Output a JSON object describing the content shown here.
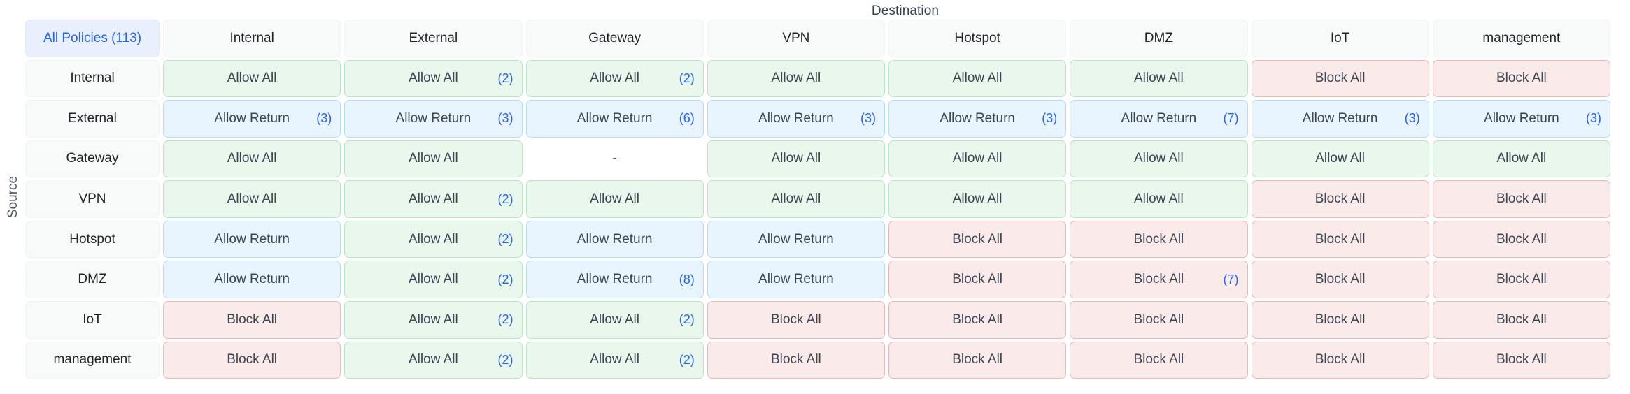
{
  "axis": {
    "destination_label": "Destination",
    "source_label": "Source"
  },
  "corner": {
    "label": "All Policies (113)",
    "total_policies": 113
  },
  "colors": {
    "allow_all_bg": "#e9f7ed",
    "allow_all_border": "#b9e4c6",
    "allow_return_bg": "#e9f5fe",
    "allow_return_border": "#b6dcf5",
    "block_all_bg": "#fbeaea",
    "block_all_border": "#eab6b6",
    "count_text": "#2563eb",
    "corner_bg": "#e8effd",
    "corner_text": "#2563eb",
    "header_bg": "#f8fafa"
  },
  "legend_values": [
    "Allow All",
    "Allow Return",
    "Block All",
    "-"
  ],
  "chart_data": {
    "type": "heatmap",
    "title": "",
    "xlabel": "Destination",
    "ylabel": "Source",
    "columns": [
      "Internal",
      "External",
      "Gateway",
      "VPN",
      "Hotspot",
      "DMZ",
      "IoT",
      "management"
    ],
    "rows": [
      "Internal",
      "External",
      "Gateway",
      "VPN",
      "Hotspot",
      "DMZ",
      "IoT",
      "management"
    ],
    "cells": [
      [
        {
          "value": "Allow All",
          "state": "allow-all",
          "count": null
        },
        {
          "value": "Allow All",
          "state": "allow-all",
          "count": "(2)"
        },
        {
          "value": "Allow All",
          "state": "allow-all",
          "count": "(2)"
        },
        {
          "value": "Allow All",
          "state": "allow-all",
          "count": null
        },
        {
          "value": "Allow All",
          "state": "allow-all",
          "count": null
        },
        {
          "value": "Allow All",
          "state": "allow-all",
          "count": null
        },
        {
          "value": "Block All",
          "state": "block-all",
          "count": null
        },
        {
          "value": "Block All",
          "state": "block-all",
          "count": null
        }
      ],
      [
        {
          "value": "Allow Return",
          "state": "allow-return",
          "count": "(3)"
        },
        {
          "value": "Allow Return",
          "state": "allow-return",
          "count": "(3)"
        },
        {
          "value": "Allow Return",
          "state": "allow-return",
          "count": "(6)"
        },
        {
          "value": "Allow Return",
          "state": "allow-return",
          "count": "(3)"
        },
        {
          "value": "Allow Return",
          "state": "allow-return",
          "count": "(3)"
        },
        {
          "value": "Allow Return",
          "state": "allow-return",
          "count": "(7)"
        },
        {
          "value": "Allow Return",
          "state": "allow-return",
          "count": "(3)"
        },
        {
          "value": "Allow Return",
          "state": "allow-return",
          "count": "(3)"
        }
      ],
      [
        {
          "value": "Allow All",
          "state": "allow-all",
          "count": null
        },
        {
          "value": "Allow All",
          "state": "allow-all",
          "count": null
        },
        {
          "value": "-",
          "state": "none",
          "count": null
        },
        {
          "value": "Allow All",
          "state": "allow-all",
          "count": null
        },
        {
          "value": "Allow All",
          "state": "allow-all",
          "count": null
        },
        {
          "value": "Allow All",
          "state": "allow-all",
          "count": null
        },
        {
          "value": "Allow All",
          "state": "allow-all",
          "count": null
        },
        {
          "value": "Allow All",
          "state": "allow-all",
          "count": null
        }
      ],
      [
        {
          "value": "Allow All",
          "state": "allow-all",
          "count": null
        },
        {
          "value": "Allow All",
          "state": "allow-all",
          "count": "(2)"
        },
        {
          "value": "Allow All",
          "state": "allow-all",
          "count": null
        },
        {
          "value": "Allow All",
          "state": "allow-all",
          "count": null
        },
        {
          "value": "Allow All",
          "state": "allow-all",
          "count": null
        },
        {
          "value": "Allow All",
          "state": "allow-all",
          "count": null
        },
        {
          "value": "Block All",
          "state": "block-all",
          "count": null
        },
        {
          "value": "Block All",
          "state": "block-all",
          "count": null
        }
      ],
      [
        {
          "value": "Allow Return",
          "state": "allow-return",
          "count": null
        },
        {
          "value": "Allow All",
          "state": "allow-all",
          "count": "(2)"
        },
        {
          "value": "Allow Return",
          "state": "allow-return",
          "count": null
        },
        {
          "value": "Allow Return",
          "state": "allow-return",
          "count": null
        },
        {
          "value": "Block All",
          "state": "block-all",
          "count": null
        },
        {
          "value": "Block All",
          "state": "block-all",
          "count": null
        },
        {
          "value": "Block All",
          "state": "block-all",
          "count": null
        },
        {
          "value": "Block All",
          "state": "block-all",
          "count": null
        }
      ],
      [
        {
          "value": "Allow Return",
          "state": "allow-return",
          "count": null
        },
        {
          "value": "Allow All",
          "state": "allow-all",
          "count": "(2)"
        },
        {
          "value": "Allow Return",
          "state": "allow-return",
          "count": "(8)"
        },
        {
          "value": "Allow Return",
          "state": "allow-return",
          "count": null
        },
        {
          "value": "Block All",
          "state": "block-all",
          "count": null
        },
        {
          "value": "Block All",
          "state": "block-all",
          "count": "(7)"
        },
        {
          "value": "Block All",
          "state": "block-all",
          "count": null
        },
        {
          "value": "Block All",
          "state": "block-all",
          "count": null
        }
      ],
      [
        {
          "value": "Block All",
          "state": "block-all",
          "count": null
        },
        {
          "value": "Allow All",
          "state": "allow-all",
          "count": "(2)"
        },
        {
          "value": "Allow All",
          "state": "allow-all",
          "count": "(2)"
        },
        {
          "value": "Block All",
          "state": "block-all",
          "count": null
        },
        {
          "value": "Block All",
          "state": "block-all",
          "count": null
        },
        {
          "value": "Block All",
          "state": "block-all",
          "count": null
        },
        {
          "value": "Block All",
          "state": "block-all",
          "count": null
        },
        {
          "value": "Block All",
          "state": "block-all",
          "count": null
        }
      ],
      [
        {
          "value": "Block All",
          "state": "block-all",
          "count": null
        },
        {
          "value": "Allow All",
          "state": "allow-all",
          "count": "(2)"
        },
        {
          "value": "Allow All",
          "state": "allow-all",
          "count": "(2)"
        },
        {
          "value": "Block All",
          "state": "block-all",
          "count": null
        },
        {
          "value": "Block All",
          "state": "block-all",
          "count": null
        },
        {
          "value": "Block All",
          "state": "block-all",
          "count": null
        },
        {
          "value": "Block All",
          "state": "block-all",
          "count": null
        },
        {
          "value": "Block All",
          "state": "block-all",
          "count": null
        }
      ]
    ]
  }
}
